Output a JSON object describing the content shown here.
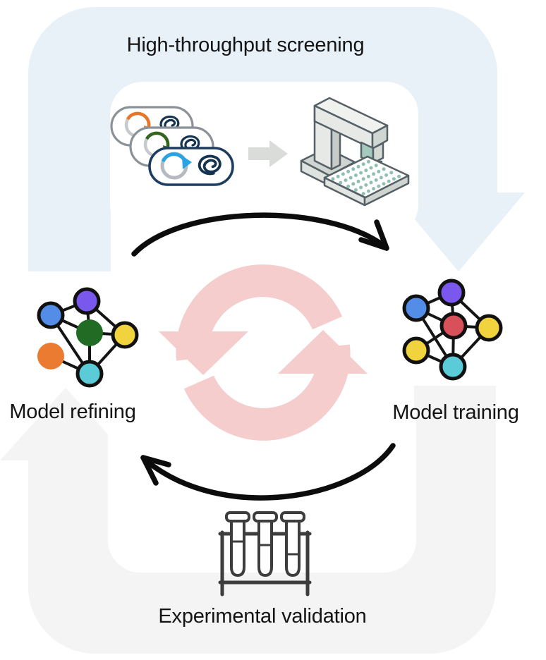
{
  "diagram": {
    "steps": {
      "top": "High-throughput screening",
      "right": "Model training",
      "bottom": "Experimental validation",
      "left": "Model refining"
    },
    "icons": {
      "center": "refresh-cycle-icon",
      "top_left": "plasmid-plates-icon",
      "top_right": "liquid-handler-robot-icon",
      "right": "neural-network-icon",
      "left": "neural-network-icon",
      "bottom": "test-tube-rack-icon"
    },
    "colors": {
      "top_loop_bg": "#e8f0f8",
      "bottom_loop_bg": "#f4f4f5",
      "refresh_icon": "#f4cdcc",
      "arrow_black": "#0c0c0c",
      "edge_black": "#141414",
      "node_blue": "#548de8",
      "node_purple": "#7a58ee",
      "node_red": "#d8505a",
      "node_yellow": "#f1d33e",
      "node_cyan": "#5bcbd8",
      "node_green": "#216b24",
      "node_orange": "#eb7b30",
      "plasmid_orange": "#e87425",
      "plasmid_green": "#33641c",
      "plasmid_blue": "#29a3e3",
      "plasmid_navy": "#14344f",
      "dish_border_gray": "#8a9199",
      "dish_border_navy": "#1e3c5f",
      "transfer_arrow": "#d9dcd9",
      "machine_teal": "#a3cabd",
      "machine_well": "#8fbfb0",
      "tube_outline": "#3d3d3d"
    }
  }
}
